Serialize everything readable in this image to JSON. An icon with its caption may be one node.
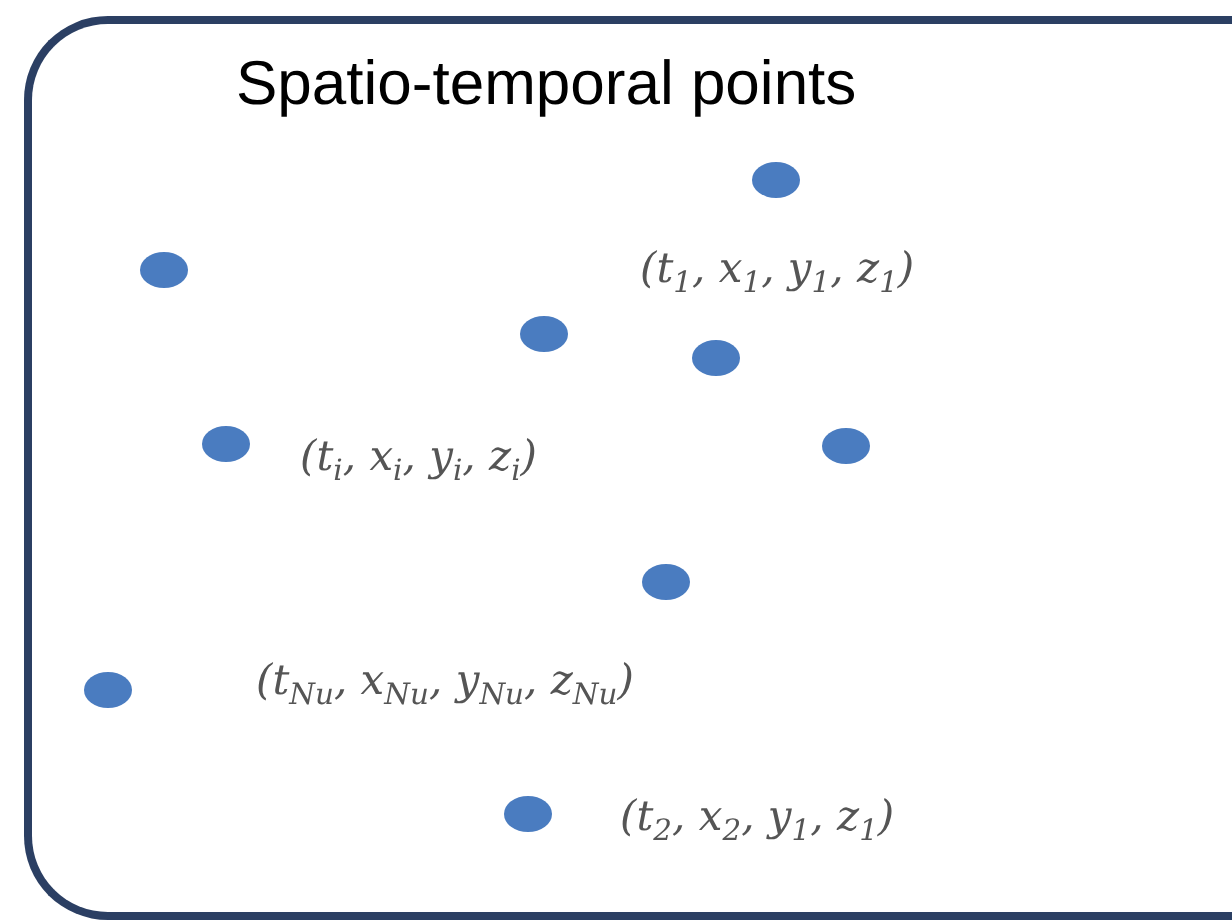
{
  "diagram": {
    "nodes": [
      {
        "text": [
          "Spatio-temporal points"
        ]
      }
    ],
    "labels": [
      "(t$_{1}$, x$_{1}$, y$_{1}$, z$_{1}$)",
      "(t$_{i}$, x$_{i}$, y$_{i}$, z$_{i}$)",
      "(t$_{Nu}$, x$_{Nu}$, y$_{Nu}$, z$_{Nu}$)",
      "(t$_{2}$, x$_{2}$, y$_{1}$, z$_{1}$)"
    ]
  }
}
